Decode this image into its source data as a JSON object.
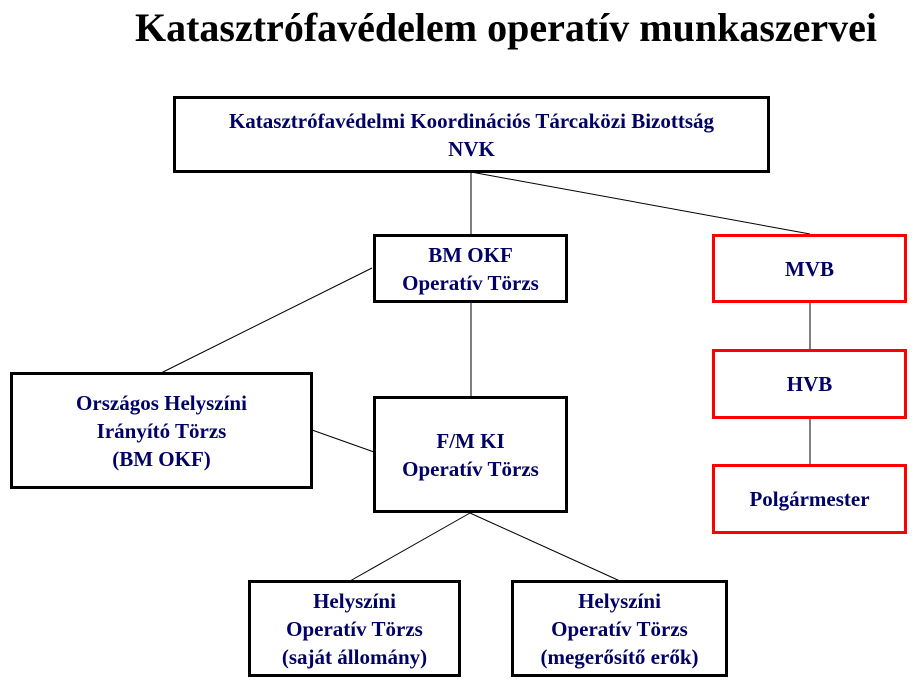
{
  "title": "Katasztrófavédelem operatív munkaszervei",
  "colors": {
    "text": "#000066",
    "border": "#000000",
    "red_border": "#ff0000"
  },
  "nodes": {
    "kkb": [
      "Katasztrófavédelmi Koordinációs Tárcaközi Bizottság",
      "NVK"
    ],
    "bmokf": [
      "BM OKF",
      "Operatív Törzs"
    ],
    "mvb": [
      "MVB"
    ],
    "ohit": [
      "Országos Helyszíni",
      "Irányító Törzs",
      "(BM OKF)"
    ],
    "fmki": [
      "F/M KI",
      "Operatív Törzs"
    ],
    "hvb": [
      "HVB"
    ],
    "polg": [
      "Polgármester"
    ],
    "hot1": [
      "Helyszíni",
      "Operatív Törzs",
      "(saját állomány)"
    ],
    "hot2": [
      "Helyszíni",
      "Operatív Törzs",
      "(megerősítő erők)"
    ]
  }
}
